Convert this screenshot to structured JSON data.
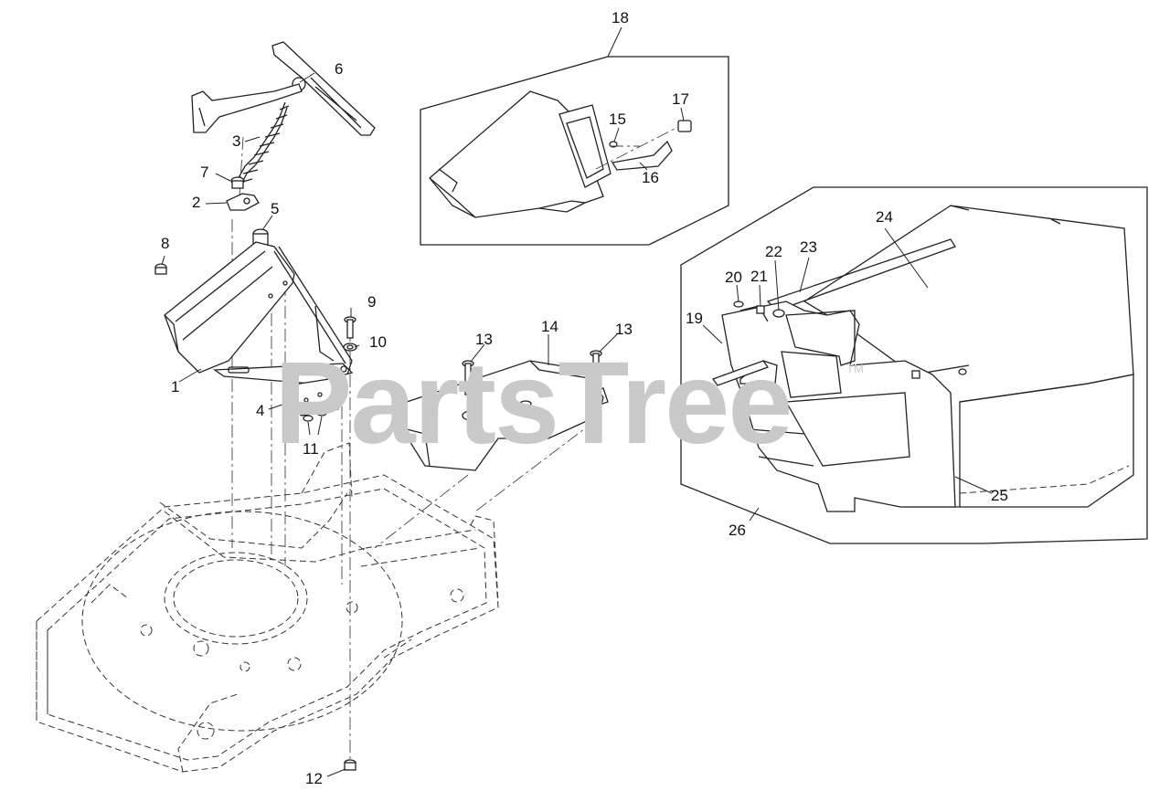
{
  "diagram": {
    "watermark": "PartsTree",
    "trademark": "TM",
    "parts": [
      {
        "id": "1",
        "label": "1"
      },
      {
        "id": "2",
        "label": "2"
      },
      {
        "id": "3",
        "label": "3"
      },
      {
        "id": "4",
        "label": "4"
      },
      {
        "id": "5",
        "label": "5"
      },
      {
        "id": "6",
        "label": "6"
      },
      {
        "id": "7",
        "label": "7"
      },
      {
        "id": "8",
        "label": "8"
      },
      {
        "id": "9",
        "label": "9"
      },
      {
        "id": "10",
        "label": "10"
      },
      {
        "id": "11",
        "label": "11"
      },
      {
        "id": "12",
        "label": "12"
      },
      {
        "id": "13a",
        "label": "13"
      },
      {
        "id": "13b",
        "label": "13"
      },
      {
        "id": "14",
        "label": "14"
      },
      {
        "id": "15",
        "label": "15"
      },
      {
        "id": "16",
        "label": "16"
      },
      {
        "id": "17",
        "label": "17"
      },
      {
        "id": "18",
        "label": "18"
      },
      {
        "id": "19",
        "label": "19"
      },
      {
        "id": "20",
        "label": "20"
      },
      {
        "id": "21",
        "label": "21"
      },
      {
        "id": "22",
        "label": "22"
      },
      {
        "id": "23",
        "label": "23"
      },
      {
        "id": "24",
        "label": "24"
      },
      {
        "id": "25",
        "label": "25"
      },
      {
        "id": "26",
        "label": "26"
      }
    ]
  }
}
